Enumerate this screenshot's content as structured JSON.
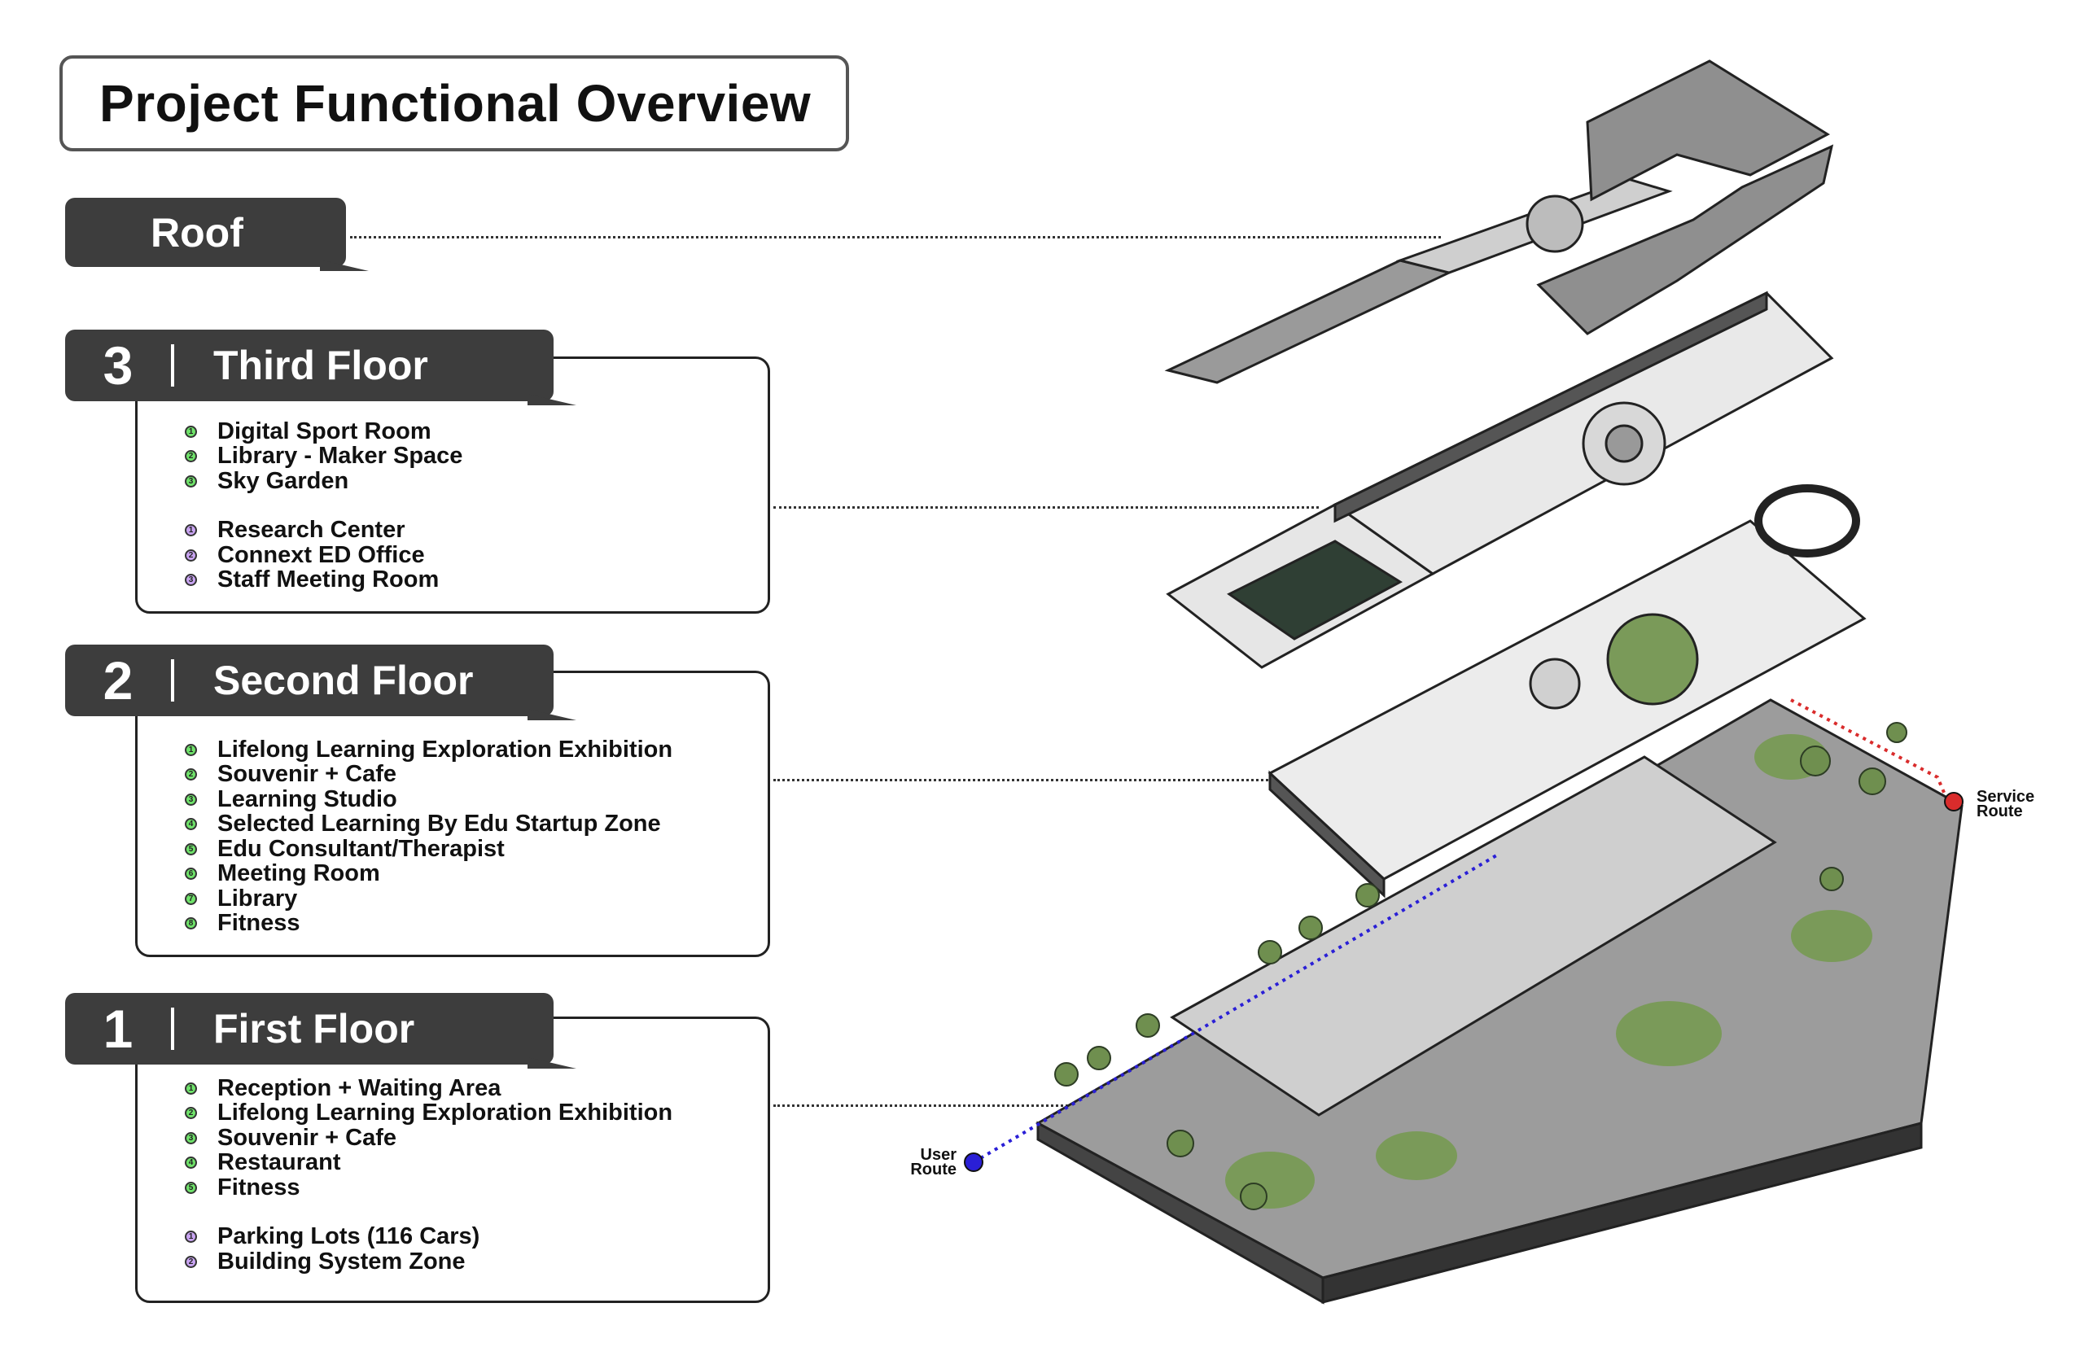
{
  "title": "Project Functional Overview",
  "roof": {
    "label": "Roof"
  },
  "floors": [
    {
      "number": "3",
      "name": "Third Floor",
      "green_items": [
        "Digital Sport Room",
        "Library - Maker Space",
        "Sky Garden"
      ],
      "purple_items": [
        "Research Center",
        "Connext ED Office",
        "Staff Meeting Room"
      ]
    },
    {
      "number": "2",
      "name": "Second Floor",
      "green_items": [
        "Lifelong Learning Exploration Exhibition",
        "Souvenir + Cafe",
        "Learning Studio",
        "Selected Learning By Edu Startup Zone",
        "Edu Consultant/Therapist",
        "Meeting Room",
        "Library",
        "Fitness"
      ],
      "purple_items": []
    },
    {
      "number": "1",
      "name": "First Floor",
      "green_items": [
        "Reception + Waiting Area",
        "Lifelong Learning Exploration Exhibition",
        "Souvenir + Cafe",
        "Restaurant",
        "Fitness"
      ],
      "purple_items": [
        "Parking Lots (116 Cars)",
        "Building System Zone"
      ]
    }
  ],
  "routes": {
    "user": {
      "line1": "User",
      "line2": "Route",
      "color": "#2a1fd6"
    },
    "service": {
      "line1": "Service",
      "line2": "Route",
      "color": "#d92c2c"
    }
  },
  "colors": {
    "tab": "#3d3d3d",
    "green_badge": "#6fe36a",
    "purple_badge": "#c9a4f2",
    "landscape": "#6f8f4f"
  }
}
